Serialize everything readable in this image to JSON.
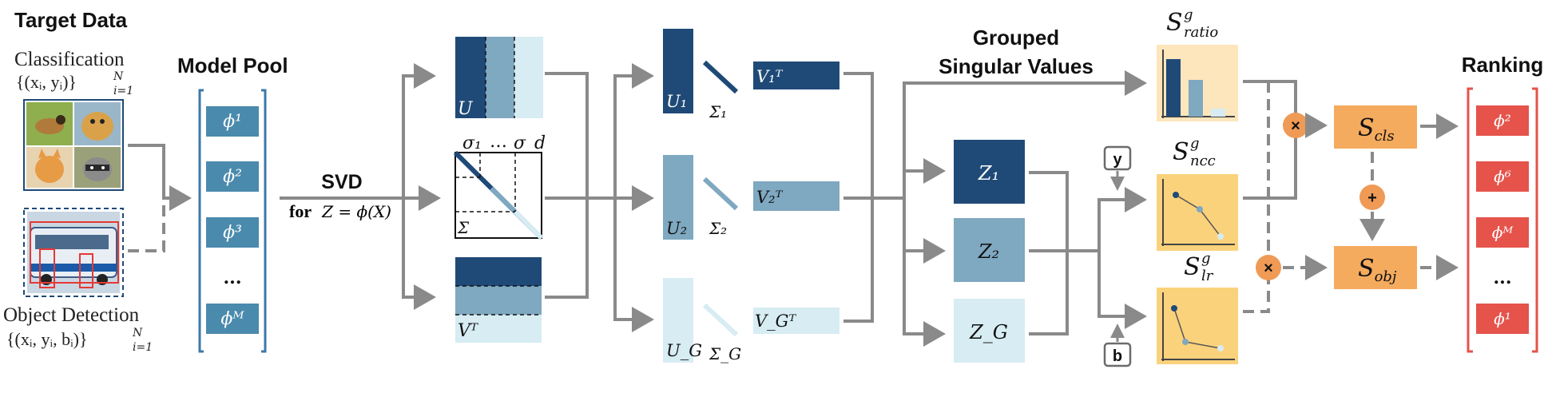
{
  "target_data": {
    "title": "Target Data",
    "classification_label": "Classification",
    "classification_set": "{(xᵢ, yᵢ)}",
    "classification_super": "N",
    "classification_sub": "i=1",
    "detection_label": "Object Detection",
    "detection_set": "{(xᵢ, yᵢ, bᵢ)}",
    "detection_super": "N",
    "detection_sub": "i=1"
  },
  "model_pool": {
    "title": "Model Pool",
    "models": [
      "ϕ¹",
      "ϕ²",
      "ϕ³",
      "...",
      "ϕᴹ"
    ]
  },
  "svd": {
    "title": "SVD",
    "subtitle_prefix": "for",
    "subtitle_math": "Z = ϕ(X)",
    "u_label": "U",
    "sigma_first": "σ₁",
    "sigma_dots": "…",
    "sigma_last": "σ_d",
    "sigma_label": "Σ",
    "vt_label": "Vᵀ"
  },
  "groups": {
    "u": [
      "U₁",
      "U₂",
      "U_G"
    ],
    "sigma": [
      "Σ₁",
      "Σ₂",
      "Σ_G"
    ],
    "vt": [
      "V₁ᵀ",
      "V₂ᵀ",
      "V_Gᵀ"
    ]
  },
  "grouped": {
    "title_line1": "Grouped",
    "title_line2": "Singular Values",
    "z": [
      "Z₁",
      "Z₂",
      "Z_G"
    ]
  },
  "inputs": {
    "y_label": "y",
    "b_label": "b"
  },
  "scores": {
    "ratio": {
      "base": "S",
      "sup": "g",
      "sub": "ratio"
    },
    "ncc": {
      "base": "S",
      "sup": "g",
      "sub": "ncc"
    },
    "lr": {
      "base": "S",
      "sup": "g",
      "sub": "lr"
    }
  },
  "ops": {
    "multiply": "×",
    "plus": "+"
  },
  "outputs": {
    "cls": {
      "base": "S",
      "sub": "cls"
    },
    "obj": {
      "base": "S",
      "sub": "obj"
    }
  },
  "ranking": {
    "title": "Ranking",
    "models": [
      "ϕ²",
      "ϕ⁶",
      "ϕᴹ",
      "...",
      "ϕ¹"
    ]
  },
  "colors": {
    "dark_blue": "#1f4a77",
    "mid_blue": "#7fa8c1",
    "light_blue": "#d7ecf3",
    "model_blue": "#4a8aad",
    "orange": "#f5ab5e",
    "score_yellow": "#fbd27c",
    "ratio_bg": "#fde6bb",
    "op_orange": "#ef9a55",
    "rank_red": "#e5534b",
    "arrow_gray": "#8a8a8a"
  }
}
